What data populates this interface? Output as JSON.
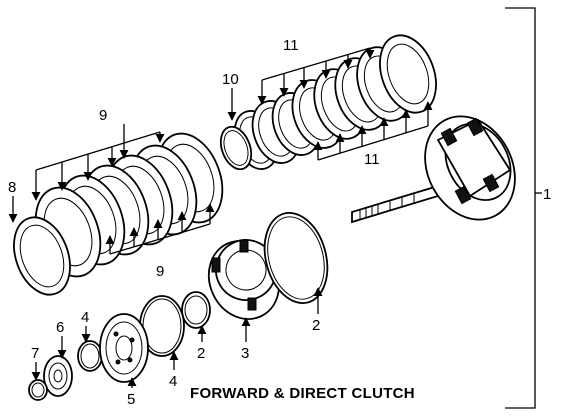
{
  "diagram": {
    "caption": "FORWARD & DIRECT CLUTCH",
    "callouts": {
      "c1": "1",
      "c2a": "2",
      "c2b": "2",
      "c3": "3",
      "c4a": "4",
      "c4b": "4",
      "c5": "5",
      "c6": "6",
      "c7": "7",
      "c8": "8",
      "c9a": "9",
      "c9b": "9",
      "c10": "10",
      "c11a": "11",
      "c11b": "11"
    }
  }
}
